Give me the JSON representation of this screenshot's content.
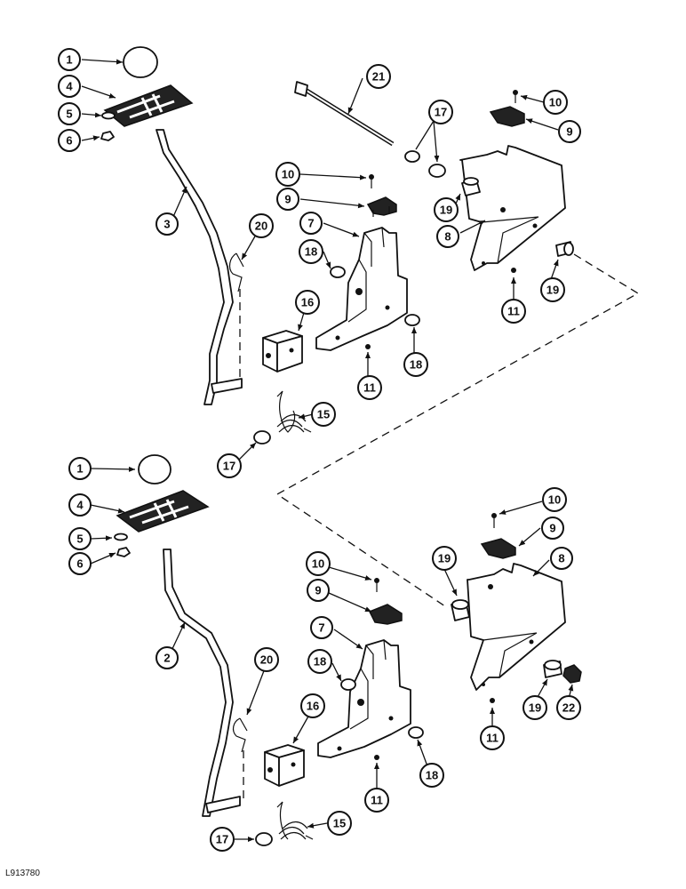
{
  "figure": {
    "reference_code": "L913780"
  },
  "callout_numbers": {
    "c1": "1",
    "c2": "2",
    "c3": "3",
    "c4": "4",
    "c5": "5",
    "c6": "6",
    "c7": "7",
    "c8": "8",
    "c9": "9",
    "c10": "10",
    "c11": "11",
    "c15": "15",
    "c16": "16",
    "c17": "17",
    "c18": "18",
    "c19": "19",
    "c20": "20",
    "c21": "21",
    "c22": "22"
  },
  "colors": {
    "ink": "#111111",
    "paper": "#ffffff"
  }
}
